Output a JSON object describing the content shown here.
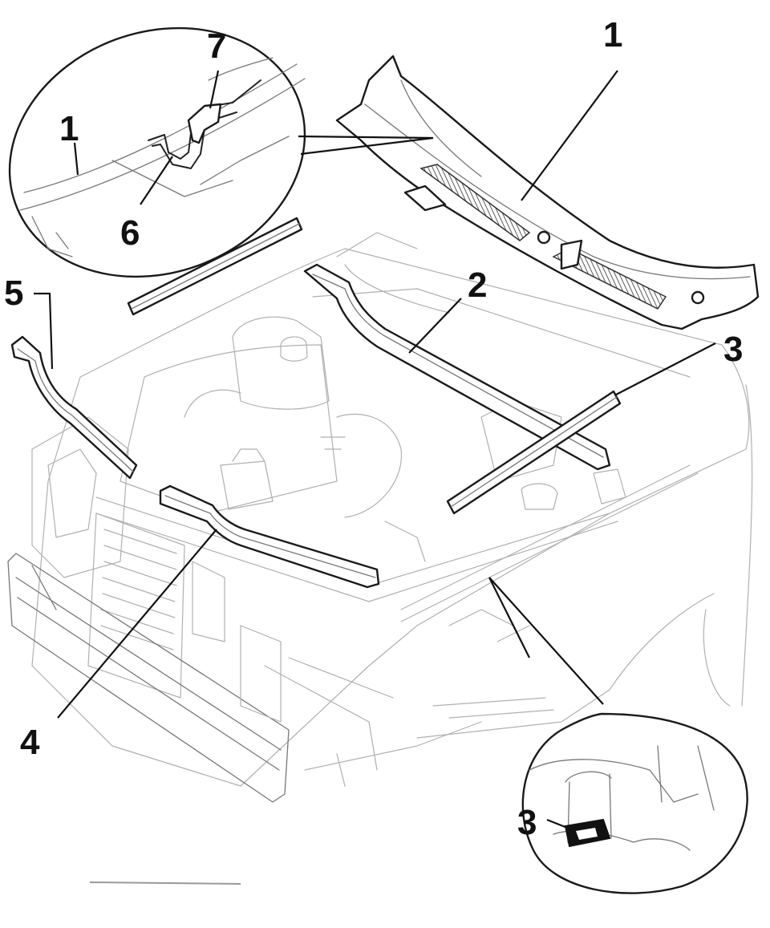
{
  "callouts": {
    "c1_main": "1",
    "c1_inset": "1",
    "c2": "2",
    "c3_main": "3",
    "c3_inset": "3",
    "c4": "4",
    "c5": "5",
    "c6": "6",
    "c7": "7"
  },
  "colors": {
    "line": "#222222",
    "background": "#ffffff"
  }
}
